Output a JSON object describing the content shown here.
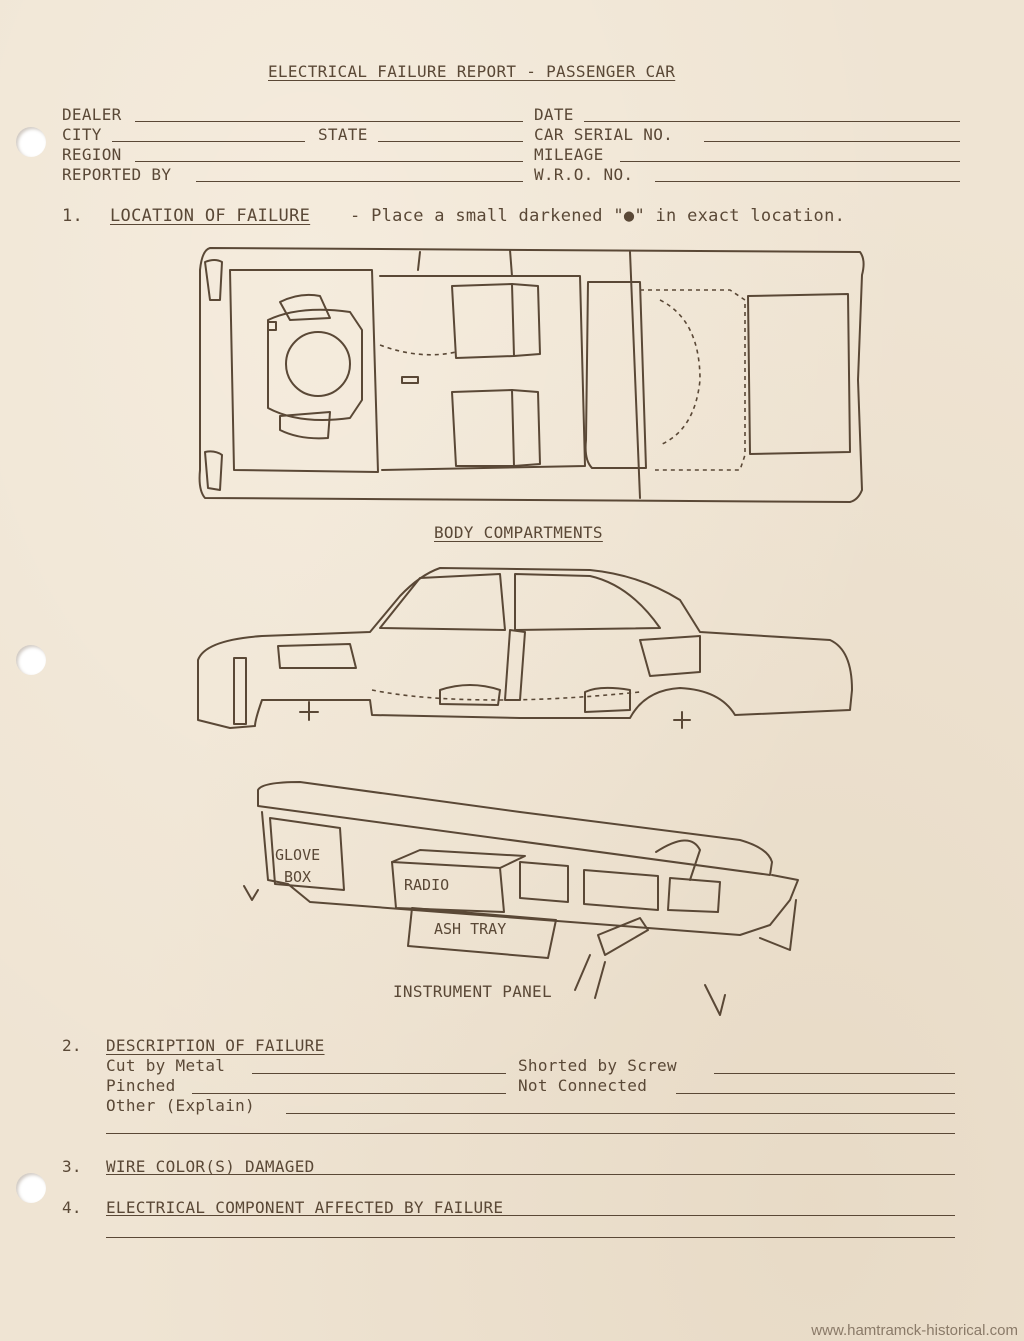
{
  "title": "ELECTRICAL FAILURE REPORT - PASSENGER CAR",
  "fields": {
    "dealer": "DEALER",
    "date": "DATE",
    "city": "CITY",
    "state": "STATE",
    "car_serial": "CAR SERIAL NO.",
    "region": "REGION",
    "mileage": "MILEAGE",
    "reported_by": "REPORTED BY",
    "wro": "W.R.O. NO."
  },
  "section1": {
    "number": "1.",
    "heading": "LOCATION OF FAILURE",
    "instruction": "- Place a small darkened \"●\" in exact location."
  },
  "diagrams": {
    "body_label": "BODY COMPARTMENTS",
    "panel_label": "INSTRUMENT PANEL",
    "glove": "GLOVE",
    "box": "BOX",
    "radio": "RADIO",
    "ash_tray": "ASH TRAY"
  },
  "section2": {
    "number": "2.",
    "heading": "DESCRIPTION OF FAILURE",
    "cut_by_metal": "Cut by Metal",
    "shorted_by_screw": "Shorted by Screw",
    "pinched": "Pinched",
    "not_connected": "Not Connected",
    "other": "Other (Explain)"
  },
  "section3": {
    "number": "3.",
    "heading": "WIRE COLOR(S) DAMAGED"
  },
  "section4": {
    "number": "4.",
    "heading": "ELECTRICAL COMPONENT AFFECTED BY FAILURE"
  },
  "footer": "www.hamtramck-historical.com"
}
